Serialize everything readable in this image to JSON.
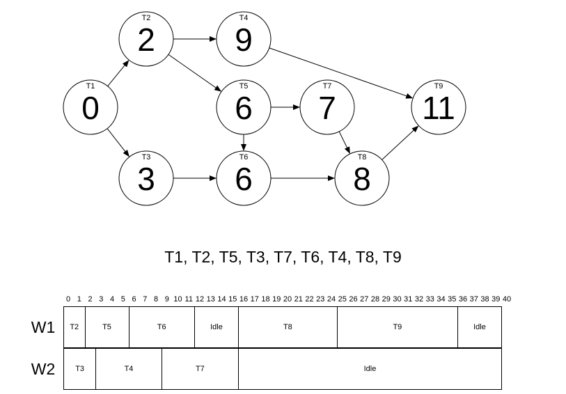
{
  "graph": {
    "nodes": [
      {
        "id": "T1",
        "label": "T1",
        "value": "0"
      },
      {
        "id": "T2",
        "label": "T2",
        "value": "2"
      },
      {
        "id": "T3",
        "label": "T3",
        "value": "3"
      },
      {
        "id": "T4",
        "label": "T4",
        "value": "9"
      },
      {
        "id": "T5",
        "label": "T5",
        "value": "6"
      },
      {
        "id": "T6",
        "label": "T6",
        "value": "6"
      },
      {
        "id": "T7",
        "label": "T7",
        "value": "7"
      },
      {
        "id": "T8",
        "label": "T8",
        "value": "8"
      },
      {
        "id": "T9",
        "label": "T9",
        "value": "11"
      }
    ],
    "edges": [
      {
        "from": "T1",
        "to": "T2"
      },
      {
        "from": "T1",
        "to": "T3"
      },
      {
        "from": "T2",
        "to": "T4"
      },
      {
        "from": "T2",
        "to": "T5"
      },
      {
        "from": "T3",
        "to": "T6"
      },
      {
        "from": "T5",
        "to": "T6"
      },
      {
        "from": "T5",
        "to": "T7"
      },
      {
        "from": "T4",
        "to": "T9"
      },
      {
        "from": "T6",
        "to": "T8"
      },
      {
        "from": "T7",
        "to": "T8"
      },
      {
        "from": "T8",
        "to": "T9"
      }
    ]
  },
  "order_text": "T1, T2, T5, T3, T7, T6, T4, T8, T9",
  "timeline": {
    "start": 0,
    "end": 40
  },
  "workers": [
    {
      "name": "W1",
      "segments": [
        {
          "label": "T2",
          "start": 0,
          "end": 2
        },
        {
          "label": "T5",
          "start": 2,
          "end": 6
        },
        {
          "label": "T6",
          "start": 6,
          "end": 12
        },
        {
          "label": "Idle",
          "start": 12,
          "end": 16
        },
        {
          "label": "T8",
          "start": 16,
          "end": 25
        },
        {
          "label": "T9",
          "start": 25,
          "end": 36
        },
        {
          "label": "Idle",
          "start": 36,
          "end": 40
        }
      ]
    },
    {
      "name": "W2",
      "segments": [
        {
          "label": "T3",
          "start": 0,
          "end": 3
        },
        {
          "label": "T4",
          "start": 3,
          "end": 9
        },
        {
          "label": "T7",
          "start": 9,
          "end": 16
        },
        {
          "label": "Idle",
          "start": 16,
          "end": 40
        }
      ]
    }
  ]
}
